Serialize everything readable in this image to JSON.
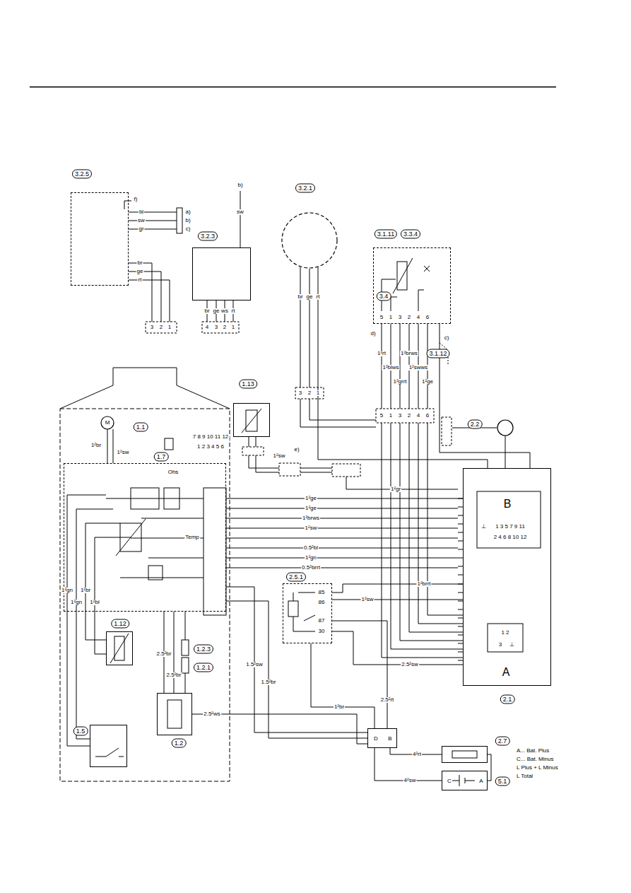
{
  "diagram": {
    "nodes": [
      {
        "text": [
          "3.2.5"
        ]
      },
      {
        "text": [
          "3.2.3"
        ]
      },
      {
        "text": [
          "3.2.1"
        ]
      },
      {
        "text": [
          "3.1.11",
          "3.3.4",
          "3.4"
        ]
      },
      {
        "text": [
          "1.13"
        ]
      },
      {
        "text": [
          "1.7"
        ]
      },
      {
        "text": [
          "1.12"
        ]
      },
      {
        "text": [
          "1.5"
        ]
      },
      {
        "text": [
          "1.2"
        ]
      },
      {
        "text": [
          "2.5.1"
        ]
      },
      {
        "text": [
          "B",
          "A",
          "2.1"
        ]
      },
      {
        "text": [
          "2.2"
        ]
      },
      {
        "text": [
          "2.7"
        ]
      },
      {
        "text": [
          "5.1",
          "C",
          "A"
        ]
      },
      {
        "text": [
          "D",
          "B"
        ]
      },
      {
        "text": [
          "M"
        ]
      }
    ],
    "edges": [
      {
        "from": 3,
        "to": 10,
        "arrow": "none"
      },
      {
        "from": 2,
        "to": 10,
        "arrow": "none"
      },
      {
        "from": 5,
        "to": 10,
        "arrow": "none"
      },
      {
        "from": 9,
        "to": 10,
        "arrow": "none"
      },
      {
        "from": 9,
        "to": 14,
        "arrow": "none"
      },
      {
        "from": 14,
        "to": 12,
        "arrow": "none"
      },
      {
        "from": 12,
        "to": 13,
        "arrow": "none"
      },
      {
        "from": 13,
        "to": 14,
        "arrow": "none"
      },
      {
        "from": 11,
        "to": 10,
        "arrow": "none"
      },
      {
        "from": 15,
        "to": 5,
        "arrow": "none"
      },
      {
        "from": 8,
        "to": 14,
        "arrow": "none"
      }
    ],
    "labels": [
      "1.1",
      "1.2.3",
      "1.2.1",
      "3.1.12",
      "f)",
      "a)",
      "b)",
      "c)",
      "bl",
      "sw",
      "gr",
      "br",
      "ge",
      "rt",
      "br",
      "ge",
      "ws",
      "rt",
      "sw",
      "b)",
      "br",
      "ge",
      "rt",
      "3",
      "2",
      "1",
      "4",
      "3",
      "2",
      "1",
      "3",
      "2",
      "1",
      "5",
      "1",
      "3",
      "2",
      "4",
      "6",
      "5",
      "1",
      "3",
      "2",
      "4",
      "6",
      "1²rt",
      "1²blws",
      "1²grrt",
      "1²brws",
      "1²swws",
      "1²ge",
      "d)",
      "c)",
      "e)",
      "Temp",
      "Ohs",
      "7 8 9 10 11 12",
      "1 2 3 4 5 6",
      "85",
      "86",
      "87",
      "30",
      "1²ge",
      "1²ge",
      "1²brws",
      "1²sw",
      "0.5²bl",
      "1²gn",
      "0.5²brrt",
      "1²gr",
      "1.5²sw",
      "1.5²br",
      "2.5²br",
      "2.5²br",
      "2.5²ws",
      "1²gn",
      "1²gn",
      "1²br",
      "1²bl",
      "1²br",
      "1²sw",
      "2.5²sw",
      "2.5²rt",
      "1²br",
      "1²sw",
      "1²brrt",
      "4²rt",
      "4²sw",
      "1²sw",
      "A... Bat. Plus",
      "C... Bat. Minus",
      "L Plus + L Minus",
      "L Total",
      "⊥",
      "1 3 5 7 9 11",
      "2 4 6 8 10 12",
      "1 2",
      "3",
      "⊥"
    ]
  }
}
